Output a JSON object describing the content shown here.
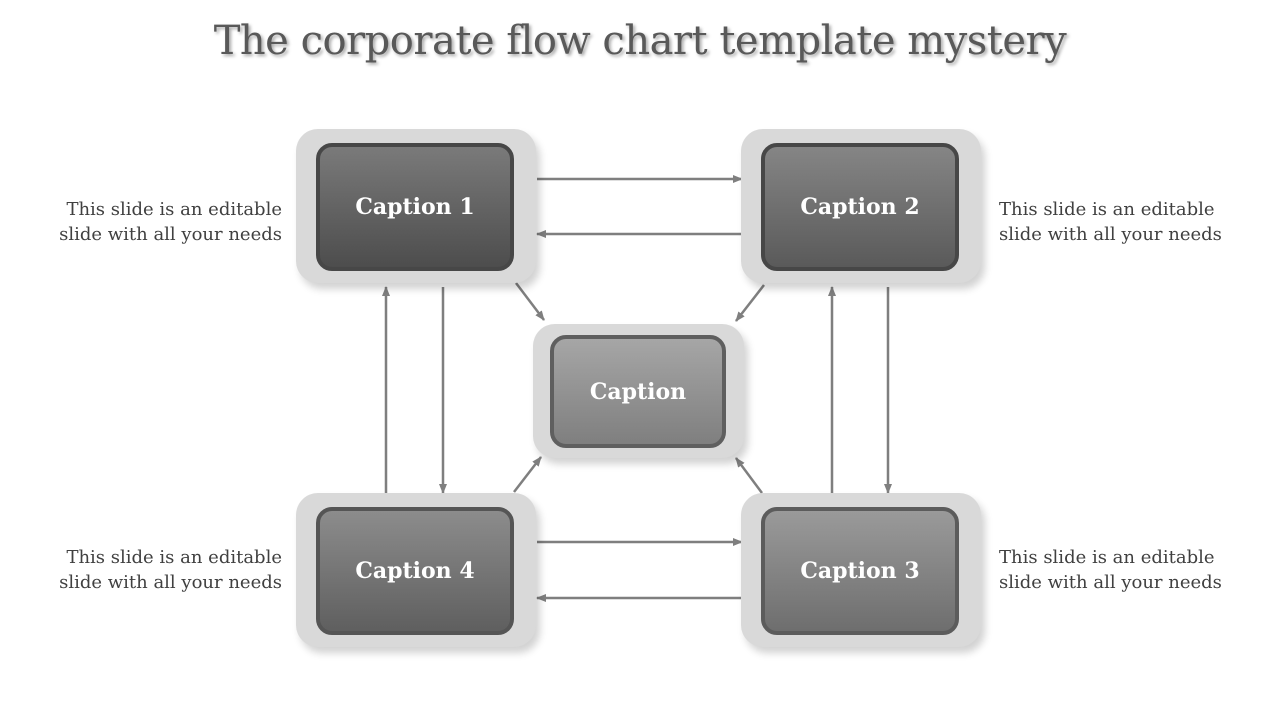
{
  "title": "The corporate flow chart template mystery",
  "nodes": {
    "caption1": "Caption 1",
    "caption2": "Caption 2",
    "caption3": "Caption 3",
    "caption4": "Caption 4",
    "center": "Caption"
  },
  "descriptions": {
    "top_left": "This slide is an editable slide with all your needs",
    "top_right": "This slide is an editable slide with all your needs",
    "bottom_left": "This slide is an editable slide with all your needs",
    "bottom_right": "This slide is an editable slide with all your needs"
  },
  "colors": {
    "arrow": "#7f7f7f",
    "outer_frame": "#d9d9d9",
    "inner_border": "#474747"
  }
}
